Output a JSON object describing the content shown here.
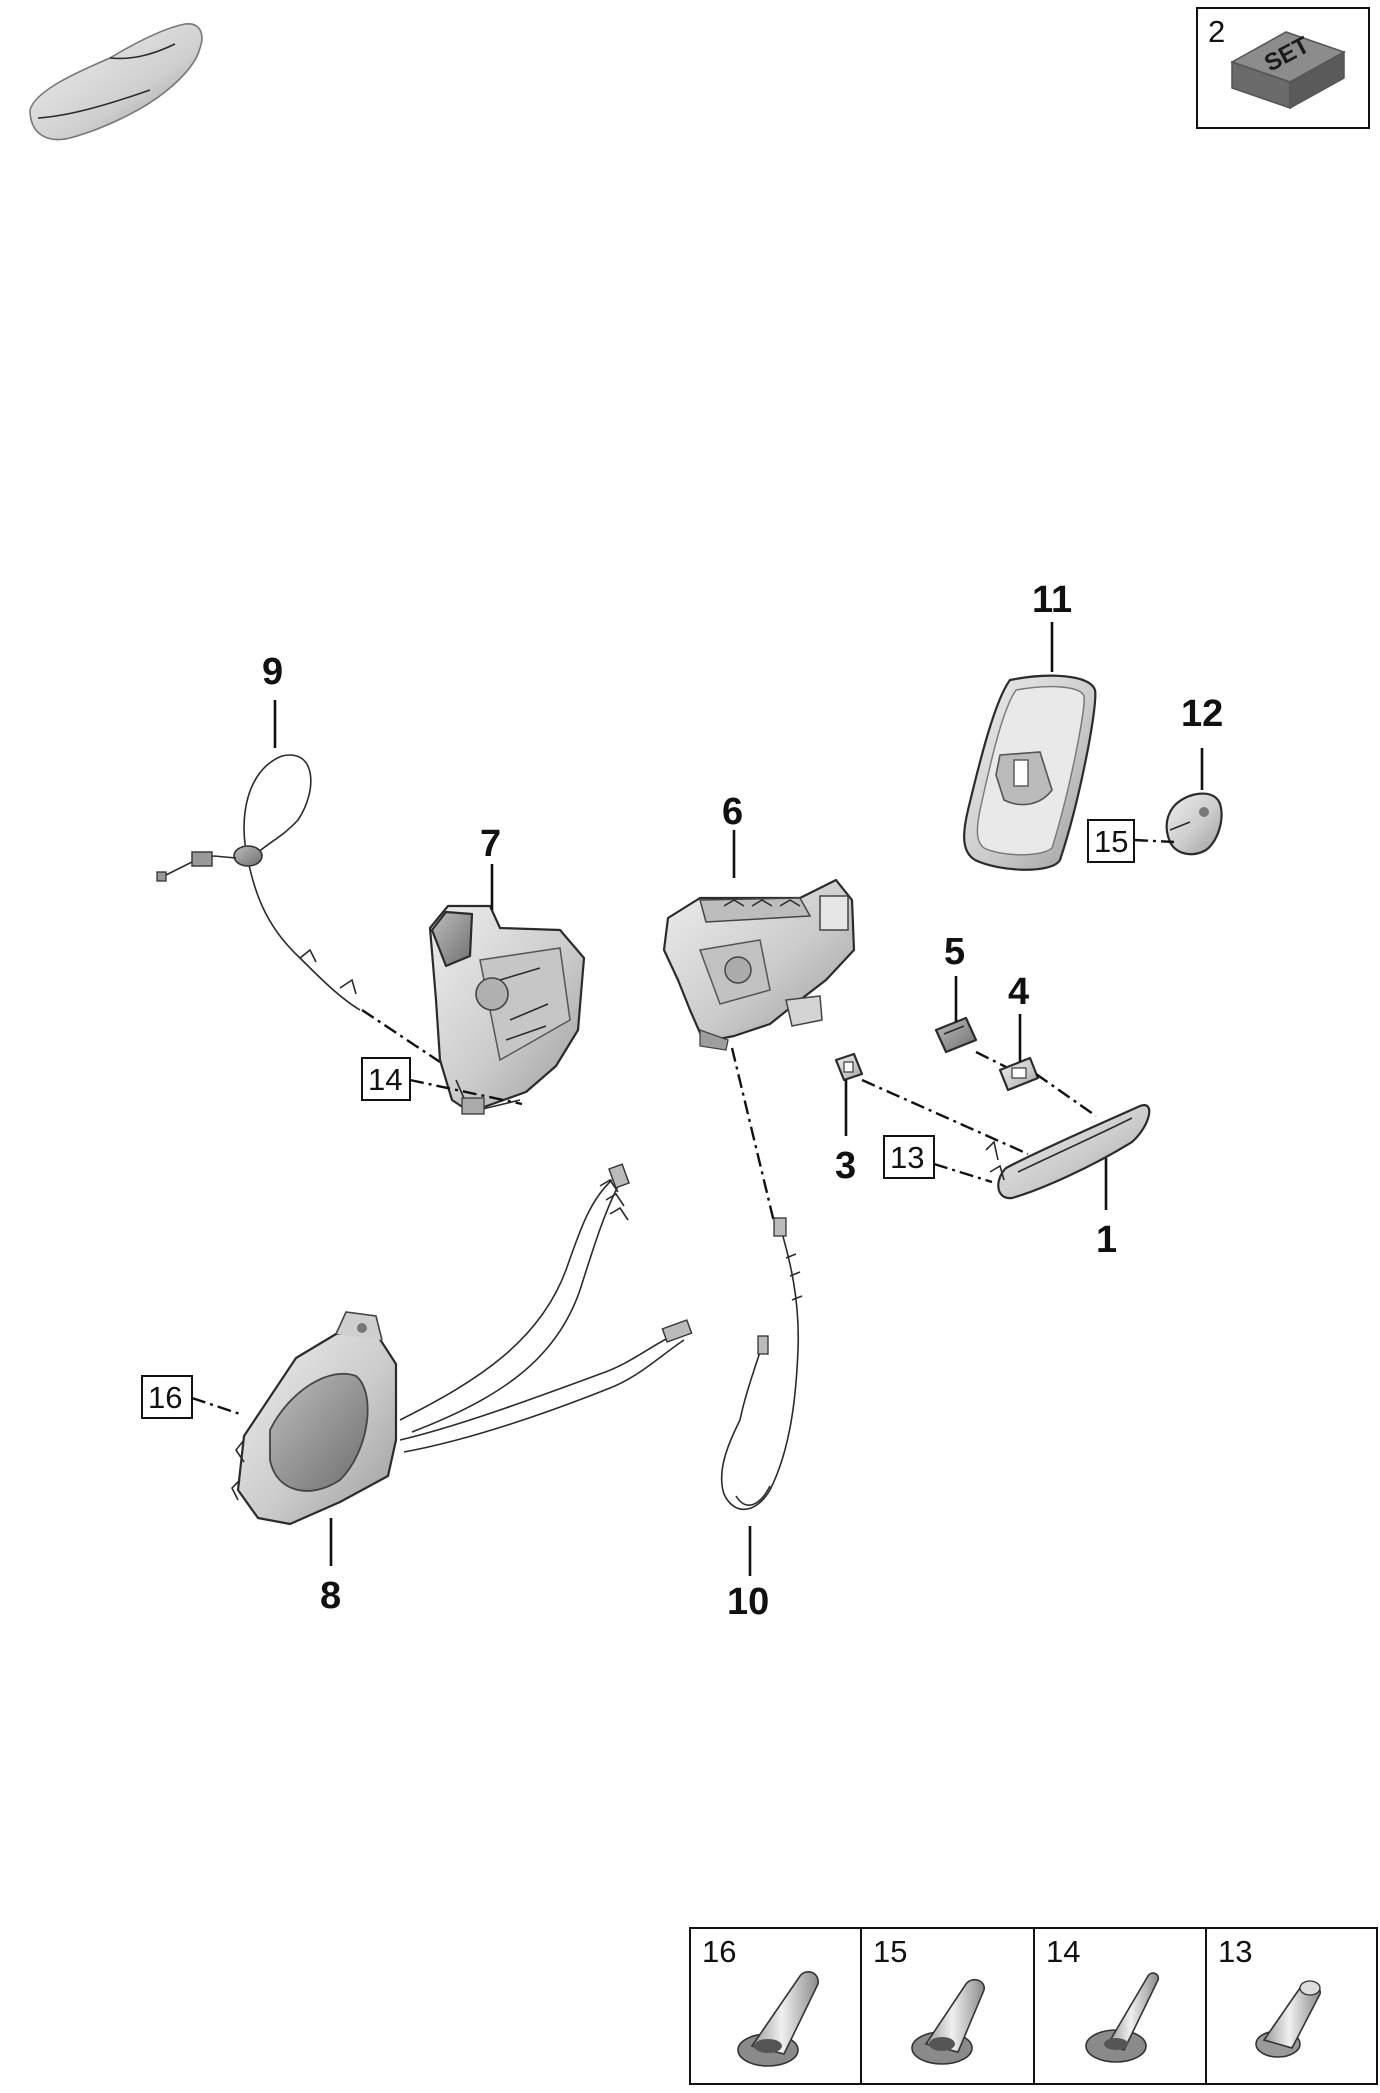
{
  "set_box": {
    "label": "2",
    "text": "SET"
  },
  "callouts": {
    "p1": "1",
    "p3": "3",
    "p4": "4",
    "p5": "5",
    "p6": "6",
    "p7": "7",
    "p8": "8",
    "p9": "9",
    "p10": "10",
    "p11": "11",
    "p12": "12"
  },
  "boxed_refs": {
    "r13": "13",
    "r14": "14",
    "r15": "15",
    "r16": "16"
  },
  "fastener_table": {
    "cells": [
      {
        "label": "16"
      },
      {
        "label": "15"
      },
      {
        "label": "14"
      },
      {
        "label": "13"
      }
    ]
  },
  "colors": {
    "part_fill": "#d8d8d8",
    "part_shade": "#a9a9a9",
    "part_dark": "#6e6e6e",
    "line": "#111111"
  }
}
